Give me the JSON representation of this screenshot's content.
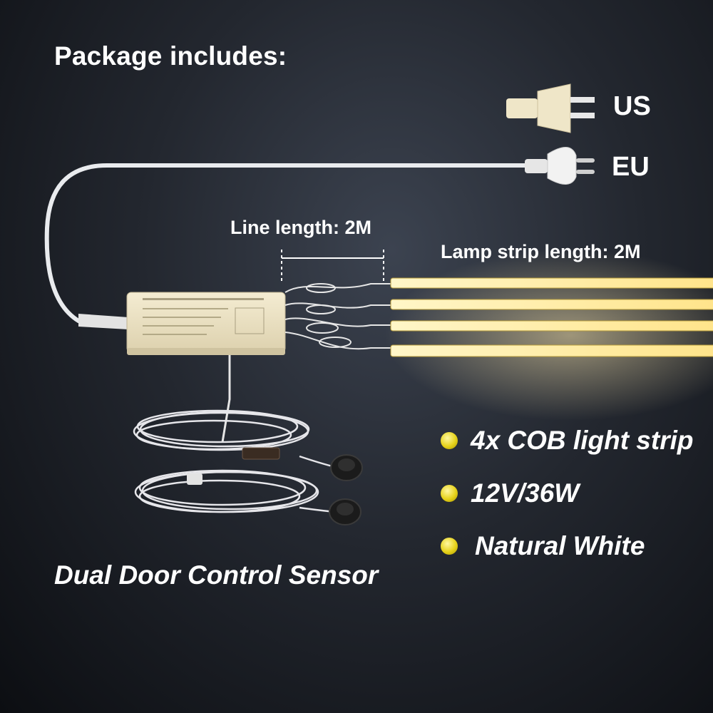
{
  "heading": "Package includes:",
  "plugs": {
    "us_label": "US",
    "eu_label": "EU"
  },
  "dimensions": {
    "line_length": "Line length: 2M",
    "strip_length": "Lamp strip length: 2M"
  },
  "specs": [
    {
      "text": "4x COB light strip"
    },
    {
      "text": "12V/36W"
    },
    {
      "text": "Natural White"
    }
  ],
  "sensor_caption": "Dual Door Control Sensor",
  "colors": {
    "strip_glow": "#ffe9a8",
    "spec_dot": "#e6d21a",
    "cable": "#e9ebee",
    "plug": "#efe6c8"
  }
}
